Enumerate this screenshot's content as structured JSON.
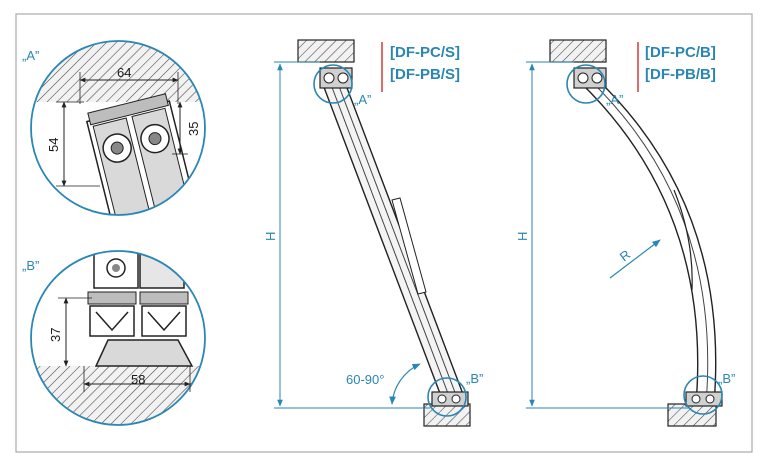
{
  "colors": {
    "accent": "#2a86b4",
    "separator": "#d23a3a",
    "frame": "#9a9a9a"
  },
  "detail_a": {
    "label": "„A”",
    "dim_width": "64",
    "dim_height_left": "54",
    "dim_height_right": "35"
  },
  "detail_b": {
    "label": "„B”",
    "dim_height": "37",
    "dim_width": "58"
  },
  "left_drawing": {
    "models": [
      "[DF-PC/S]",
      "[DF-PB/S]"
    ],
    "h_label": "H",
    "a_label": "„A”",
    "b_label": "„B”",
    "angle_label": "60-90°"
  },
  "right_drawing": {
    "models": [
      "[DF-PC/B]",
      "[DF-PB/B]"
    ],
    "h_label": "H",
    "r_label": "R",
    "a_label": "„A”",
    "b_label": "„B”"
  }
}
